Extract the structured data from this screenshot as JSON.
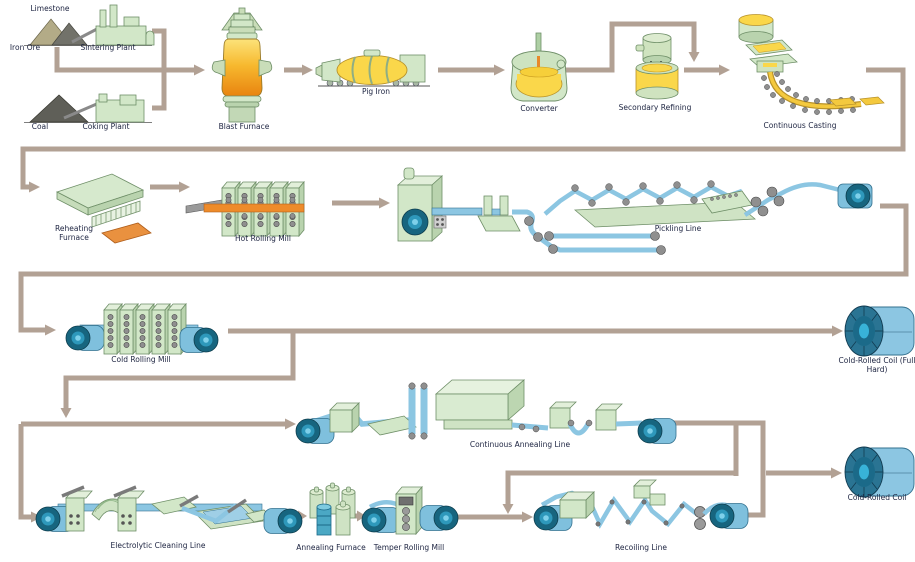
{
  "diagram_type": "steel-production-process-flow",
  "labels": {
    "limestone": "Limestone",
    "iron_ore": "Iron Ore",
    "sintering_plant": "Sintering Plant",
    "coal": "Coal",
    "coking_plant": "Coking Plant",
    "blast_furnace": "Blast Furnace",
    "pig_iron": "Pig Iron",
    "converter": "Converter",
    "secondary_refining": "Secondary Refining",
    "continuous_casting": "Continuous Casting",
    "reheating_furnace": "Reheating Furnace",
    "hot_rolling_mill": "Hot Rolling Mill",
    "pickling_line": "Pickling Line",
    "cold_rolling_mill": "Cold Rolling Mill",
    "cold_rolled_coil_full_hard": "Cold-Rolled Coil (Full Hard)",
    "continuous_annealing_line": "Continuous Annealing Line",
    "cold_rolled_coil": "Cold-Rolled Coil",
    "electrolytic_cleaning_line": "Electrolytic Cleaning Line",
    "annealing_furnace": "Annealing Furnace",
    "temper_rolling_mill": "Temper Rolling Mill",
    "recoiling_line": "Recoiling Line"
  },
  "flow": [
    {
      "from": "limestone",
      "to": "sintering_plant"
    },
    {
      "from": "iron_ore",
      "to": "sintering_plant"
    },
    {
      "from": "coal",
      "to": "coking_plant"
    },
    {
      "from": "sintering_plant",
      "to": "blast_furnace"
    },
    {
      "from": "coking_plant",
      "to": "blast_furnace"
    },
    {
      "from": "blast_furnace",
      "to": "pig_iron"
    },
    {
      "from": "pig_iron",
      "to": "converter"
    },
    {
      "from": "converter",
      "to": "secondary_refining"
    },
    {
      "from": "secondary_refining",
      "to": "continuous_casting"
    },
    {
      "from": "continuous_casting",
      "to": "reheating_furnace"
    },
    {
      "from": "reheating_furnace",
      "to": "hot_rolling_mill"
    },
    {
      "from": "hot_rolling_mill",
      "to": "pickling_line"
    },
    {
      "from": "pickling_line",
      "to": "cold_rolling_mill"
    },
    {
      "from": "cold_rolling_mill",
      "to": "cold_rolled_coil_full_hard"
    },
    {
      "from": "cold_rolling_mill",
      "to": "continuous_annealing_line"
    },
    {
      "from": "cold_rolling_mill",
      "to": "electrolytic_cleaning_line"
    },
    {
      "from": "continuous_annealing_line",
      "to": "cold_rolled_coil"
    },
    {
      "from": "continuous_annealing_line",
      "to": "recoiling_line"
    },
    {
      "from": "electrolytic_cleaning_line",
      "to": "annealing_furnace"
    },
    {
      "from": "annealing_furnace",
      "to": "temper_rolling_mill"
    },
    {
      "from": "temper_rolling_mill",
      "to": "recoiling_line"
    },
    {
      "from": "recoiling_line",
      "to": "cold_rolled_coil"
    }
  ],
  "colors": {
    "connector": "#b2a194",
    "equipment_green": "#d2e7c8",
    "equipment_green_dark": "#b9d3ae",
    "molten_yellow": "#fad74a",
    "hot_orange": "#ee8b2a",
    "strip_blue": "#8cc6e2",
    "coil_face_teal": "#17657f",
    "coil_body_blue": "#7fc0dd",
    "roller_gray": "#8f8f8f",
    "label_text": "#1c2340"
  }
}
